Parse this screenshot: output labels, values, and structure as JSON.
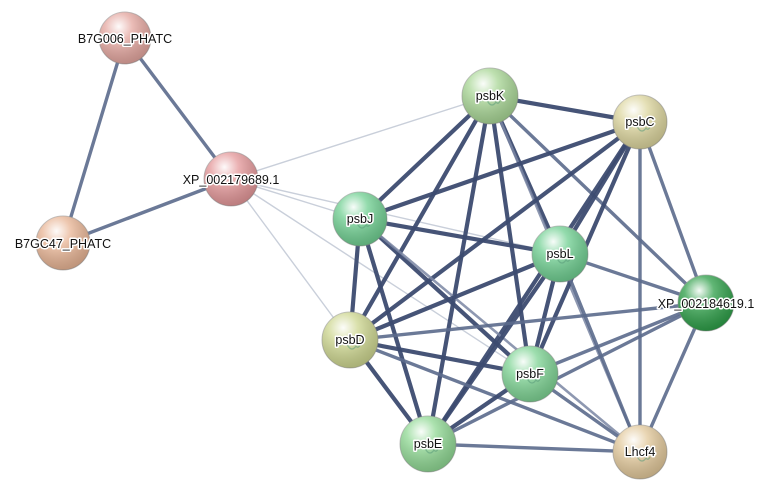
{
  "network": {
    "nodes": [
      {
        "id": "B7G006_PHATC",
        "label": "B7G006_PHATC",
        "color": "#e4a69f",
        "icon": "structure-icon-none"
      },
      {
        "id": "XP_002179689.1",
        "label": "XP_002179689.1",
        "color": "#e49799",
        "icon": "structure-icon-none"
      },
      {
        "id": "B7GC47_PHATC",
        "label": "B7GC47_PHATC",
        "color": "#e8b494",
        "icon": "structure-icon-none"
      },
      {
        "id": "psbK",
        "label": "psbK",
        "color": "#a8d695",
        "icon": "protein-structure-icon"
      },
      {
        "id": "psbC",
        "label": "psbC",
        "color": "#dcd59d",
        "icon": "protein-structure-icon"
      },
      {
        "id": "psbJ",
        "label": "psbJ",
        "color": "#6fcf91",
        "icon": "protein-structure-icon"
      },
      {
        "id": "psbL",
        "label": "psbL",
        "color": "#6fcf91",
        "icon": "protein-structure-icon"
      },
      {
        "id": "XP_002184619.1",
        "label": "XP_002184619.1",
        "color": "#2c9e47",
        "icon": "structure-icon-none"
      },
      {
        "id": "psbD",
        "label": "psbD",
        "color": "#cdd68f",
        "icon": "protein-structure-icon"
      },
      {
        "id": "psbF",
        "label": "psbF",
        "color": "#7dd393",
        "icon": "protein-structure-icon"
      },
      {
        "id": "psbE",
        "label": "psbE",
        "color": "#8fd893",
        "icon": "protein-structure-icon"
      },
      {
        "id": "Lhcf4",
        "label": "Lhcf4",
        "color": "#e2c89a",
        "icon": "protein-structure-icon"
      }
    ],
    "edges": [
      {
        "source": "B7G006_PHATC",
        "target": "XP_002179689.1",
        "strength": "mid"
      },
      {
        "source": "B7G006_PHATC",
        "target": "B7GC47_PHATC",
        "strength": "mid"
      },
      {
        "source": "XP_002179689.1",
        "target": "B7GC47_PHATC",
        "strength": "mid"
      },
      {
        "source": "XP_002179689.1",
        "target": "psbK",
        "strength": "faint"
      },
      {
        "source": "XP_002179689.1",
        "target": "psbJ",
        "strength": "faint"
      },
      {
        "source": "XP_002179689.1",
        "target": "psbL",
        "strength": "faint"
      },
      {
        "source": "XP_002179689.1",
        "target": "psbD",
        "strength": "faint"
      },
      {
        "source": "XP_002179689.1",
        "target": "psbF",
        "strength": "faint"
      },
      {
        "source": "psbK",
        "target": "psbC",
        "strength": "strong"
      },
      {
        "source": "psbK",
        "target": "psbJ",
        "strength": "strong"
      },
      {
        "source": "psbK",
        "target": "psbL",
        "strength": "strong"
      },
      {
        "source": "psbK",
        "target": "psbD",
        "strength": "strong"
      },
      {
        "source": "psbK",
        "target": "psbF",
        "strength": "strong"
      },
      {
        "source": "psbK",
        "target": "psbE",
        "strength": "strong"
      },
      {
        "source": "psbK",
        "target": "XP_002184619.1",
        "strength": "mid"
      },
      {
        "source": "psbK",
        "target": "Lhcf4",
        "strength": "weak"
      },
      {
        "source": "psbC",
        "target": "psbJ",
        "strength": "strong"
      },
      {
        "source": "psbC",
        "target": "psbL",
        "strength": "strong"
      },
      {
        "source": "psbC",
        "target": "psbD",
        "strength": "strong"
      },
      {
        "source": "psbC",
        "target": "psbF",
        "strength": "strong"
      },
      {
        "source": "psbC",
        "target": "psbE",
        "strength": "strong"
      },
      {
        "source": "psbC",
        "target": "XP_002184619.1",
        "strength": "mid"
      },
      {
        "source": "psbC",
        "target": "Lhcf4",
        "strength": "mid"
      },
      {
        "source": "psbJ",
        "target": "psbL",
        "strength": "strong"
      },
      {
        "source": "psbJ",
        "target": "psbD",
        "strength": "strong"
      },
      {
        "source": "psbJ",
        "target": "psbF",
        "strength": "strong"
      },
      {
        "source": "psbJ",
        "target": "psbE",
        "strength": "strong"
      },
      {
        "source": "psbJ",
        "target": "Lhcf4",
        "strength": "weak"
      },
      {
        "source": "psbL",
        "target": "psbD",
        "strength": "strong"
      },
      {
        "source": "psbL",
        "target": "psbF",
        "strength": "strong"
      },
      {
        "source": "psbL",
        "target": "psbE",
        "strength": "strong"
      },
      {
        "source": "psbL",
        "target": "XP_002184619.1",
        "strength": "mid"
      },
      {
        "source": "psbL",
        "target": "Lhcf4",
        "strength": "mid"
      },
      {
        "source": "psbD",
        "target": "psbF",
        "strength": "strong"
      },
      {
        "source": "psbD",
        "target": "psbE",
        "strength": "strong"
      },
      {
        "source": "psbD",
        "target": "XP_002184619.1",
        "strength": "mid"
      },
      {
        "source": "psbD",
        "target": "Lhcf4",
        "strength": "mid"
      },
      {
        "source": "psbF",
        "target": "psbE",
        "strength": "strong"
      },
      {
        "source": "psbF",
        "target": "XP_002184619.1",
        "strength": "mid"
      },
      {
        "source": "psbF",
        "target": "Lhcf4",
        "strength": "mid"
      },
      {
        "source": "psbE",
        "target": "XP_002184619.1",
        "strength": "mid"
      },
      {
        "source": "psbE",
        "target": "Lhcf4",
        "strength": "mid"
      },
      {
        "source": "XP_002184619.1",
        "target": "Lhcf4",
        "strength": "mid"
      }
    ]
  }
}
